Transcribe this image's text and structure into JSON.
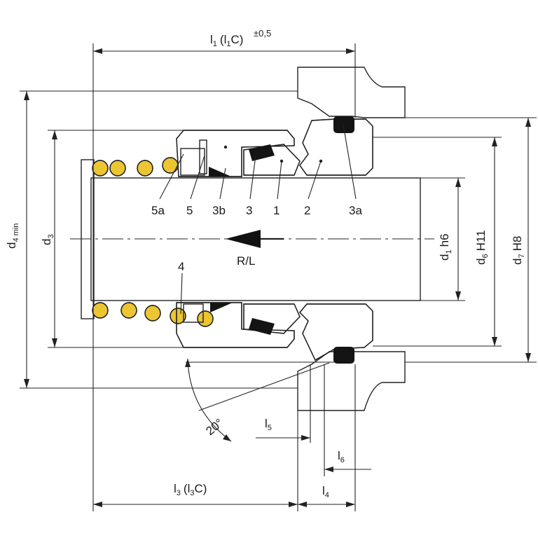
{
  "colors": {
    "shaft": "#c9c9c9",
    "housing": "#8e8e8e",
    "yellow": "#ecc532",
    "blue": "#3c5ea8",
    "black": "#141414",
    "line": "#222222"
  },
  "dimensions": {
    "l1": "l",
    "l1_sub": "1",
    "l1_paren": "(l",
    "l1_paren_sub": "1",
    "l1_c": "C)",
    "l1_tol": "±0,5",
    "l3": "l",
    "l3_sub": "3",
    "l3_paren": "(l",
    "l3_paren_sub": "3",
    "l3_c": "C)",
    "l4": "l",
    "l4_sub": "4",
    "l5": "l",
    "l5_sub": "5",
    "l6": "l",
    "l6_sub": "6",
    "d1": "d",
    "d1_sub": "1",
    "d1_tol": "h6",
    "d3": "d",
    "d3_sub": "3",
    "d4": "d",
    "d4_sub": "4 min",
    "d6": "d",
    "d6_sub": "6",
    "d6_tol": "H11",
    "d7": "d",
    "d7_sub": "7",
    "d7_tol": "H8",
    "angle": "20°"
  },
  "parts": [
    "5a",
    "5",
    "3b",
    "3",
    "1",
    "2",
    "3a",
    "4"
  ],
  "rotation": "R/L"
}
